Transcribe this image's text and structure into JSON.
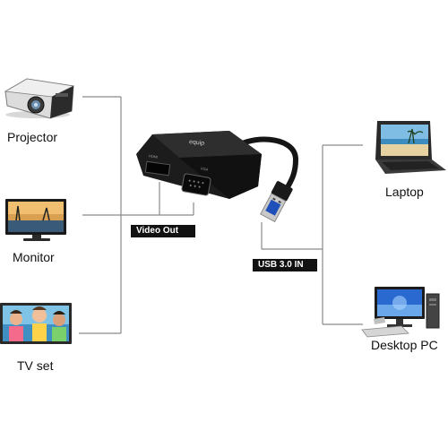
{
  "devices": {
    "projector": "Projector",
    "monitor": "Monitor",
    "tv": "TV set",
    "laptop": "Laptop",
    "desktop": "Desktop PC"
  },
  "tags": {
    "video_out": "Video Out",
    "usb_in": "USB 3.0 IN"
  },
  "adapter": {
    "brand": "equip",
    "port_left": "HDMI",
    "port_right": "VGA"
  },
  "colors": {
    "line": "#8a8a8a",
    "adapter_body": "#1c1c1c",
    "usb_connector": "#c9c9c9",
    "usb_tongue": "#1f4fb8",
    "tag_bg": "#111111"
  },
  "icons": [
    "projector-icon",
    "monitor-icon",
    "tv-icon",
    "laptop-icon",
    "desktop-pc-icon",
    "usb-adapter-icon"
  ]
}
